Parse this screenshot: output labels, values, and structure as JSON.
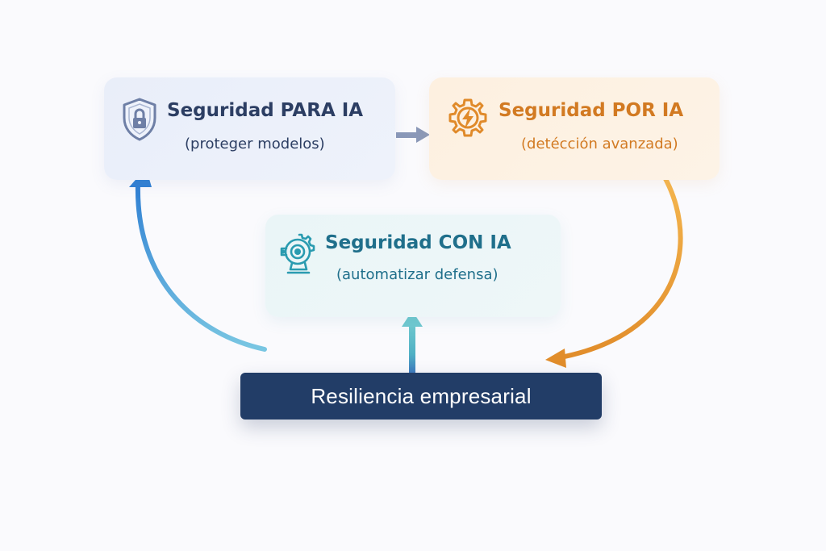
{
  "cards": {
    "para": {
      "title": "Seguridad PARA IA",
      "subtitle": "(proteger modelos)",
      "icon": "shield-lock-icon",
      "color": "#2c3e63"
    },
    "por": {
      "title": "Seguridad POR IA",
      "subtitle": "(detécción avanzada)",
      "icon": "gear-lightning-icon",
      "color": "#d27a22"
    },
    "con": {
      "title": "Seguridad CON IA",
      "subtitle": "(automatizar defensa)",
      "icon": "robot-head-gear-icon",
      "color": "#1f6f8b"
    }
  },
  "base": {
    "label": "Resiliencia empresarial",
    "color": "#223d67"
  },
  "colors": {
    "arrow_left": "#2f7fd3",
    "arrow_right": "#f0a53a",
    "arrow_center": "#5cbcc8",
    "arrow_top": "#8a98b8"
  }
}
